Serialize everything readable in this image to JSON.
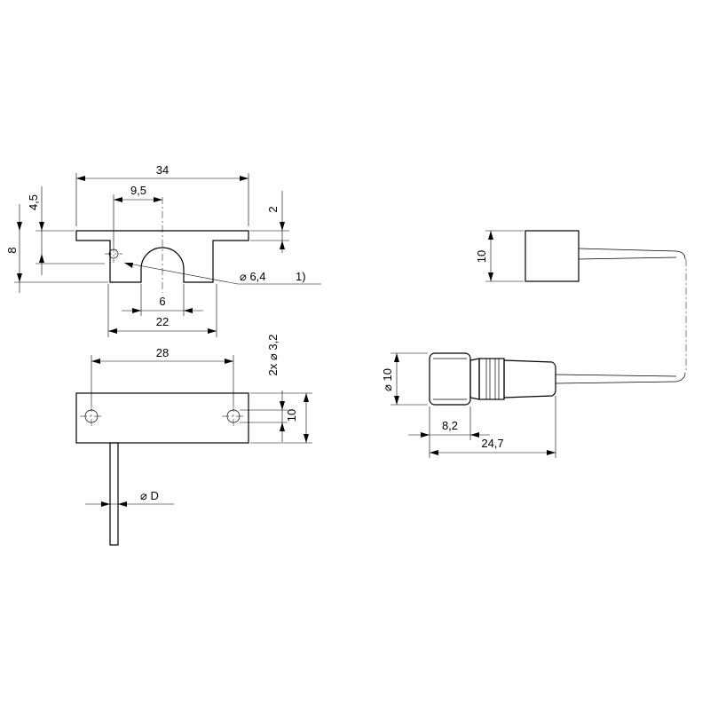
{
  "dimensions": {
    "bracket_width": "34",
    "notch_offset": "9,5",
    "height_45": "4,5",
    "height_8": "8",
    "thickness_2": "2",
    "hole_dia": "⌀ 6,4",
    "footnote_ref": "1)",
    "slot_width": "6",
    "slot_span": "22",
    "plate_hole_spacing": "28",
    "plate_hole_dia": "2x ⌀ 3,2",
    "plate_height": "10",
    "cable_dia": "⌀ D",
    "magnet_height": "10",
    "connector_dia": "⌀ 10",
    "connector_8_2": "8,2",
    "connector_24_7": "24,7"
  }
}
